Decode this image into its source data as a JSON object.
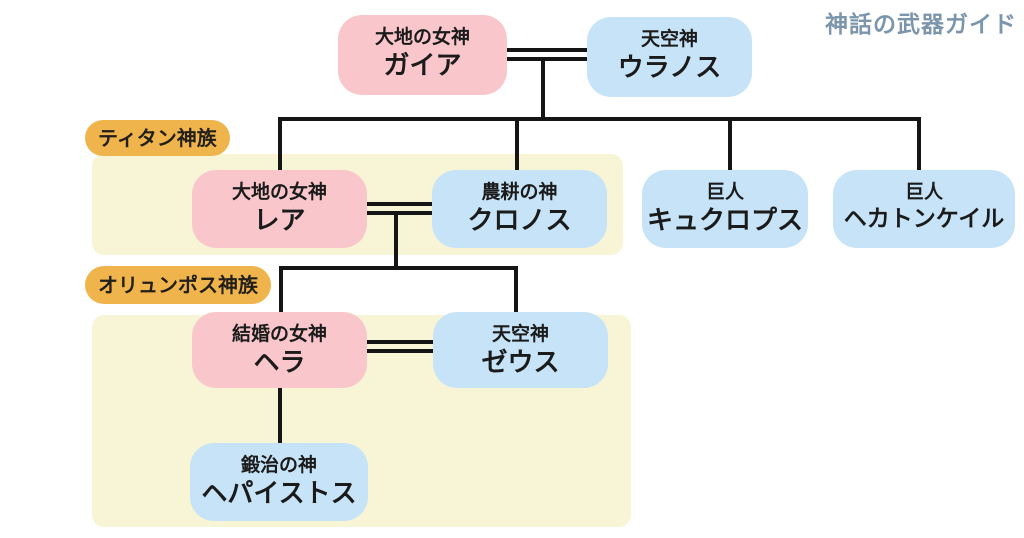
{
  "page_title": "神話の武器ガイド",
  "colors": {
    "goddess_box": "#f9c7cb",
    "god_box": "#c7e3f7",
    "group_panel": "#f7f5d6",
    "group_badge": "#f0b44d",
    "title_text": "#7b95ad",
    "connector_line": "#151515"
  },
  "groups": [
    {
      "label": "ティタン神族"
    },
    {
      "label": "オリュンポス神族"
    }
  ],
  "nodes": [
    {
      "role": "大地の女神",
      "name": "ガイア",
      "box_color": "pink"
    },
    {
      "role": "天空神",
      "name": "ウラノス",
      "box_color": "blue"
    },
    {
      "role": "大地の女神",
      "name": "レア",
      "box_color": "pink"
    },
    {
      "role": "農耕の神",
      "name": "クロノス",
      "box_color": "blue"
    },
    {
      "role": "巨人",
      "name": "キュクロプス",
      "box_color": "blue"
    },
    {
      "role": "巨人",
      "name": "ヘカトンケイル",
      "box_color": "blue"
    },
    {
      "role": "結婚の女神",
      "name": "ヘラ",
      "box_color": "pink"
    },
    {
      "role": "天空神",
      "name": "ゼウス",
      "box_color": "blue"
    },
    {
      "role": "鍛治の神",
      "name": "ヘパイストス",
      "box_color": "blue"
    }
  ],
  "relations": {
    "marriages": [
      [
        "ガイア",
        "ウラノス"
      ],
      [
        "レア",
        "クロノス"
      ],
      [
        "ヘラ",
        "ゼウス"
      ]
    ],
    "parent_child": [
      {
        "parents": [
          "ガイア",
          "ウラノス"
        ],
        "children": [
          "レア",
          "クロノス",
          "キュクロプス",
          "ヘカトンケイル"
        ]
      },
      {
        "parents": [
          "レア",
          "クロノス"
        ],
        "children": [
          "ヘラ",
          "ゼウス"
        ]
      },
      {
        "parents": [
          "ヘラ"
        ],
        "children": [
          "ヘパイストス"
        ]
      }
    ],
    "group_membership": {
      "ティタン神族": [
        "レア",
        "クロノス"
      ],
      "オリュンポス神族": [
        "ヘラ",
        "ゼウス",
        "ヘパイストス"
      ]
    }
  }
}
